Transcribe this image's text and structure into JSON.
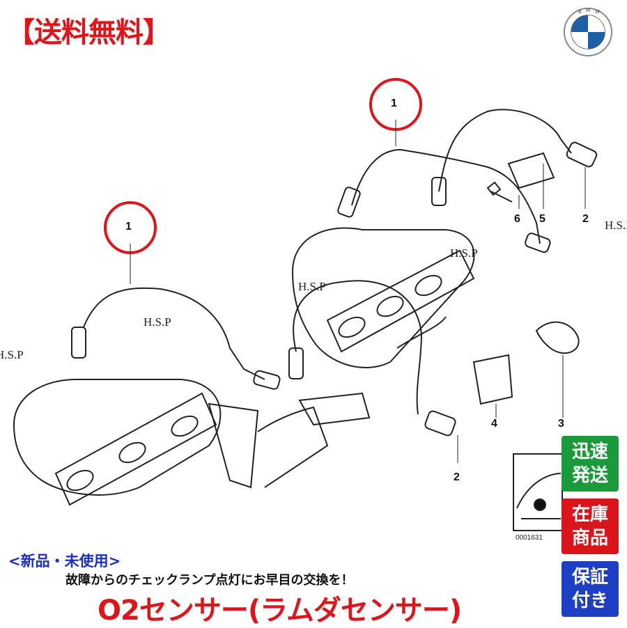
{
  "banner": {
    "text": "【送料無料】"
  },
  "logo": {
    "icon": "bmw-roundel-icon",
    "letters": "BMW"
  },
  "callouts": [
    "1",
    "1",
    "2",
    "2",
    "3",
    "4",
    "5",
    "6"
  ],
  "watermark": "H.S.P",
  "reference_number": "0001631",
  "badges": [
    {
      "line1": "迅速",
      "line2": "発送",
      "color": "#1a9a3a"
    },
    {
      "line1": "在庫",
      "line2": "商品",
      "color": "#d9141b"
    },
    {
      "line1": "保証",
      "line2": "付き",
      "color": "#1c3fc4"
    }
  ],
  "tagline": {
    "condition": "<新品・未使用>",
    "message": "故障からのチェックランプ点灯にお早目の交換を！"
  },
  "product_title": "O2センサー(ラムダセンサー)",
  "colors": {
    "accent_red": "#e0141b",
    "accent_blue": "#1a2fc8"
  }
}
